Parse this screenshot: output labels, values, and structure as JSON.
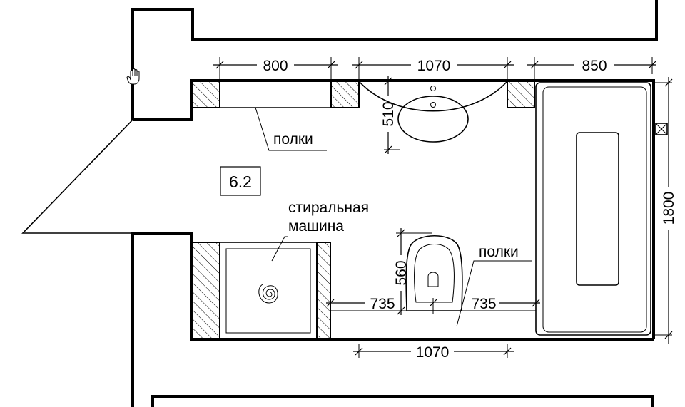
{
  "room": {
    "number": "6.2"
  },
  "dimensions": {
    "shelf_top_width": "800",
    "sink_span": "1070",
    "bath_width": "850",
    "sink_depth": "510",
    "bath_length": "1800",
    "toilet_depth": "560",
    "toilet_left": "735",
    "toilet_right": "735",
    "bottom_span": "1070"
  },
  "labels": {
    "shelves_top": "полки",
    "washing_machine_line1": "стиральная",
    "washing_machine_line2": "машина",
    "shelves_right": "полки"
  },
  "icons": {
    "cursor": "hand-cursor-icon",
    "vent": "ventilation-icon"
  }
}
